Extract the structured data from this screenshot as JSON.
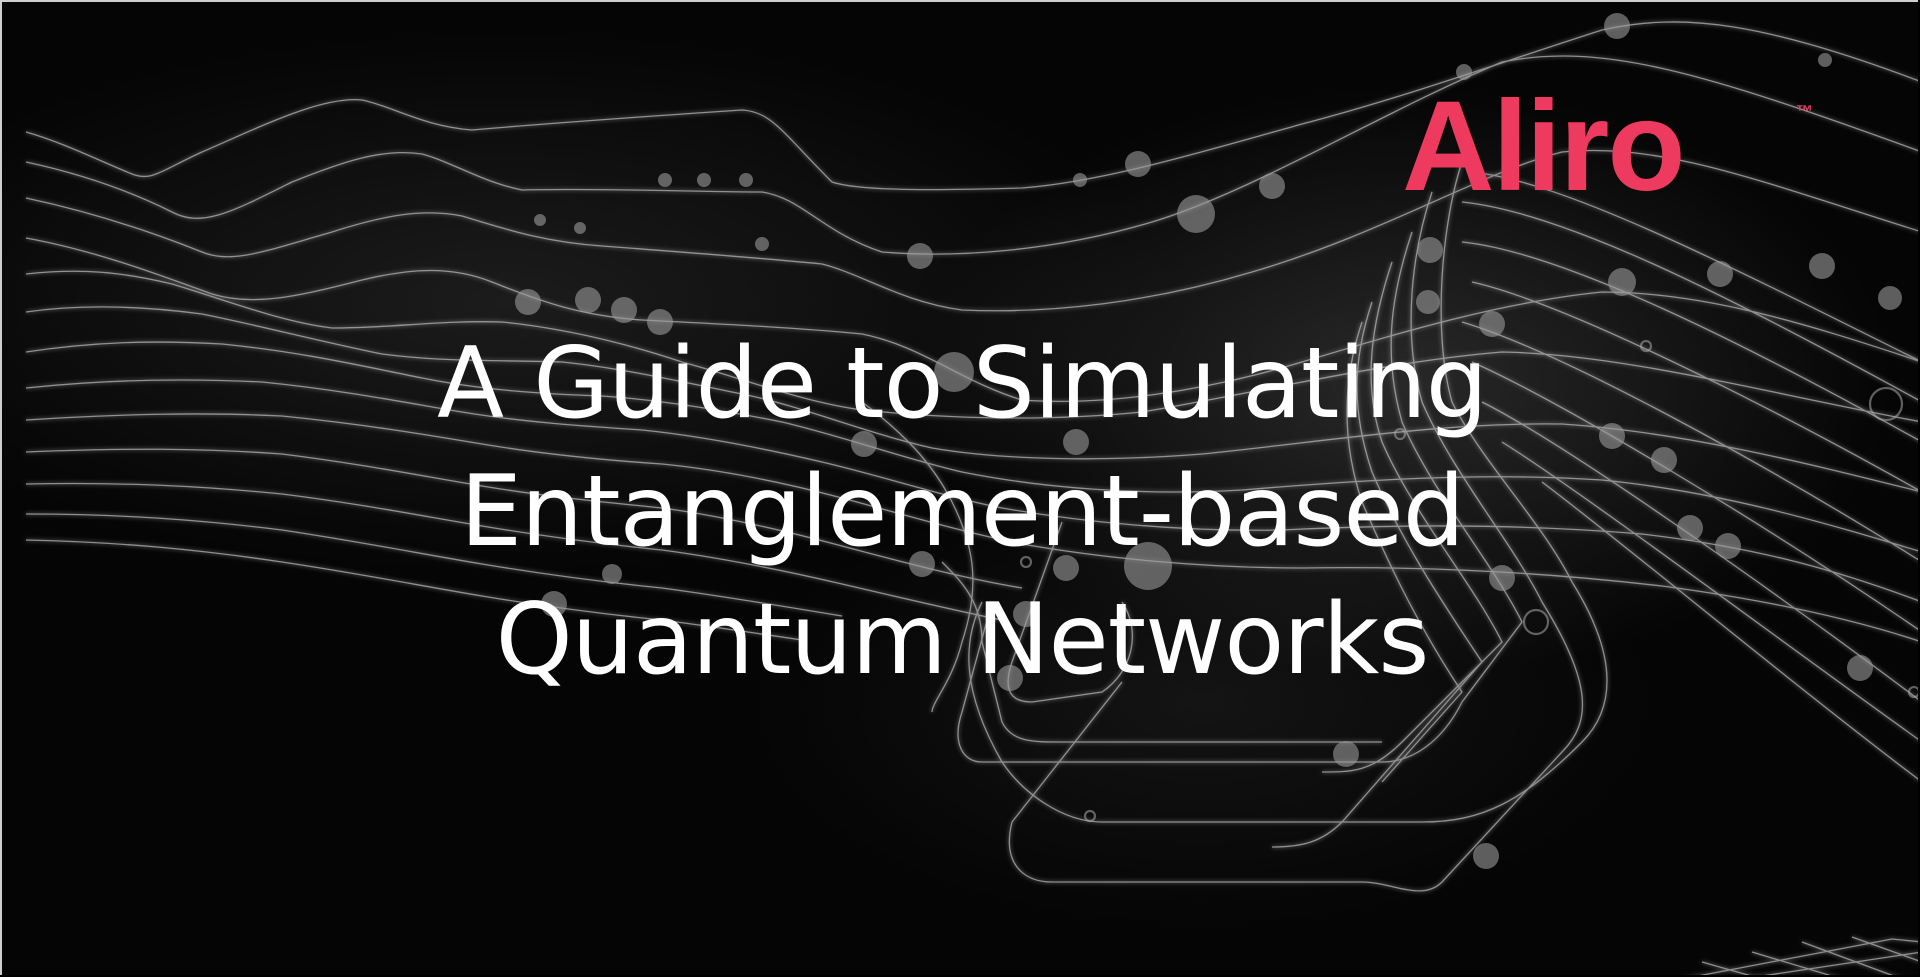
{
  "page": {
    "title_lines": [
      "A Guide to Simulating",
      "Entanglement-based",
      "Quantum Networks"
    ]
  },
  "logo": {
    "brand": "Aliro",
    "trademark": "™",
    "color": "#EE3A5E"
  },
  "colors": {
    "background": "#050505",
    "text": "#FFFFFF",
    "lines": "#BDBDBD"
  }
}
